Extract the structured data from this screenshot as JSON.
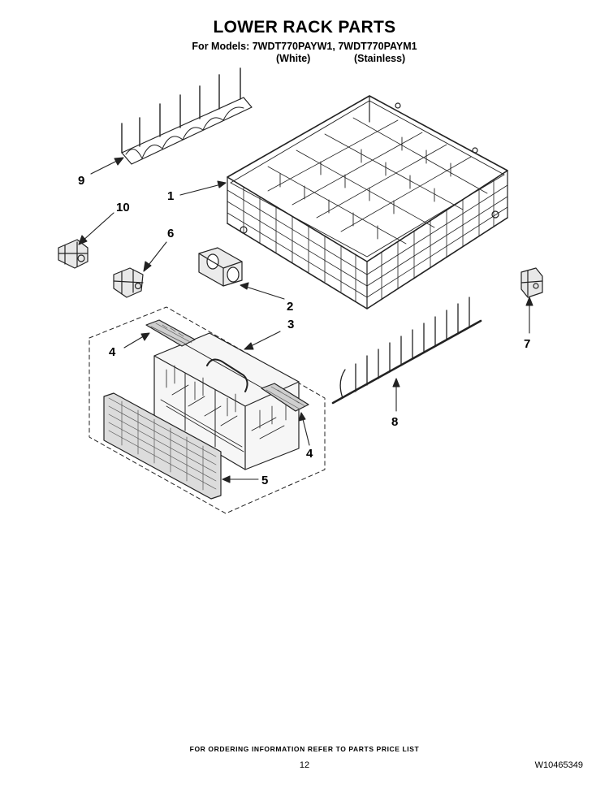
{
  "header": {
    "title": "LOWER RACK PARTS",
    "models": "For Models: 7WDT770PAYW1, 7WDT770PAYM1",
    "variant_white": "(White)",
    "variant_stainless": "(Stainless)"
  },
  "callouts": {
    "c1": "1",
    "c2": "2",
    "c3": "3",
    "c4a": "4",
    "c4b": "4",
    "c5": "5",
    "c6": "6",
    "c7": "7",
    "c8": "8",
    "c9": "9",
    "c10": "10"
  },
  "footer": {
    "note": "FOR ORDERING INFORMATION REFER TO PARTS PRICE LIST",
    "page": "12",
    "doc_number": "W10465349"
  }
}
